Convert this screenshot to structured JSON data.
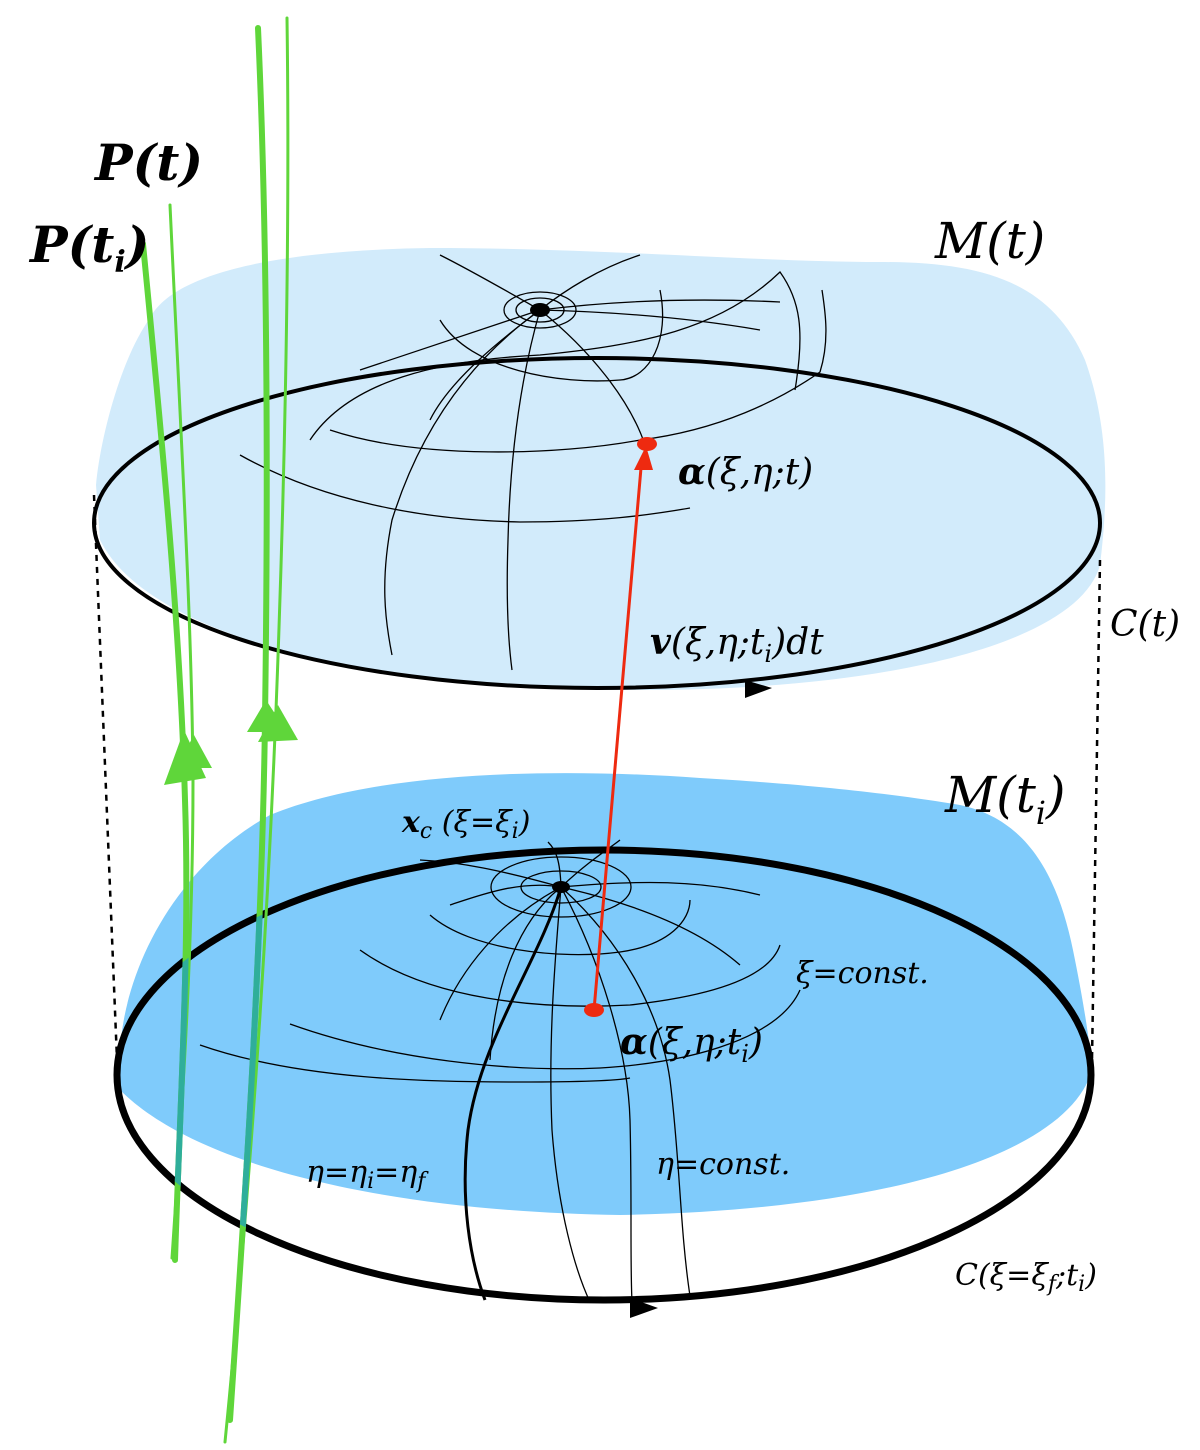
{
  "colors": {
    "surface_top": "#d2ebfb",
    "surface_bottom": "#7fcbfb",
    "green": "#5fd63a",
    "red": "#ee2a10",
    "curve": "#000000"
  },
  "labels": {
    "M_t": {
      "base": "M(t)"
    },
    "M_ti": {
      "base": "M(t",
      "sub": "i",
      "tail": ")"
    },
    "P_t": {
      "base": "P(t)"
    },
    "P_ti": {
      "base": "P(t",
      "sub": "i",
      "tail": ")"
    },
    "alpha_t": {
      "bold": "α",
      "rest": "(ξ,η;t)"
    },
    "velocity": {
      "bold": "v",
      "rest": "(ξ,η;t",
      "sub": "i",
      "tail": ")dt"
    },
    "C_t": {
      "base": "C(t)"
    },
    "xc": {
      "bold": "x",
      "sub": "c",
      "rest": " (ξ=ξ",
      "sub2": "i",
      "tail": ")"
    },
    "xi_const": {
      "base": "ξ=const."
    },
    "alpha_ti": {
      "bold": "α",
      "rest": "(ξ,η;t",
      "sub": "i",
      "tail": ")"
    },
    "eta_ii": {
      "base": "η=η",
      "sub": "i",
      "mid": "=η",
      "sub2": "f"
    },
    "eta_const": {
      "base": "η=const."
    },
    "C_xi": {
      "base": "C(ξ=ξ",
      "sub": "f",
      "mid": ";t",
      "sub2": "i",
      "tail": ")"
    }
  },
  "icons": {
    "flow_arrow": "triangle-arrowhead-icon",
    "orientation_arrow": "triangle-arrowhead-icon",
    "center_point": "filled-dot-icon",
    "marker_point": "red-dot-icon"
  }
}
